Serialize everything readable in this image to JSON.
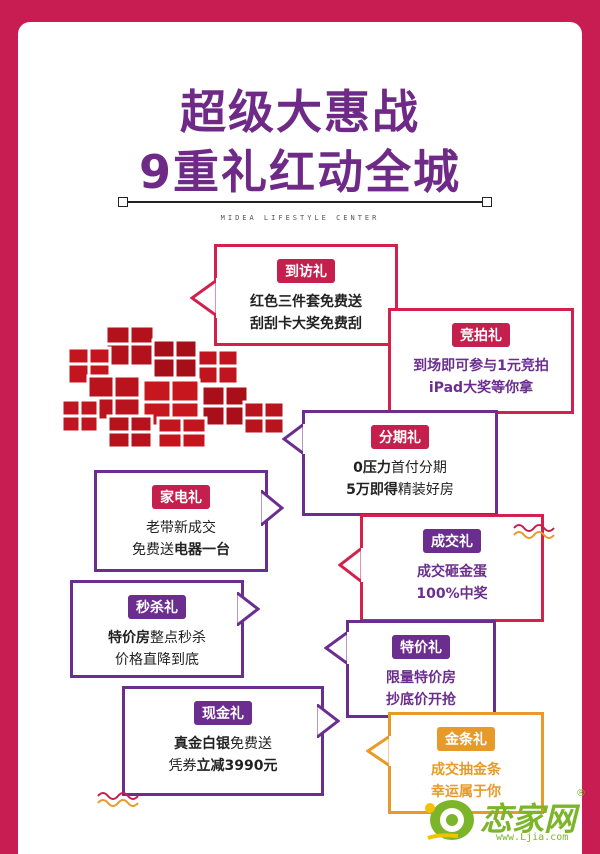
{
  "title_line1": "超级大惠战",
  "title_line2": "9重礼红动全城",
  "tagline": "MIDEA LIFESTYLE CENTER",
  "cards": {
    "visit": {
      "label": "到访礼",
      "line1": "红色三件套免费送",
      "line2": "刮刮卡大奖免费刮"
    },
    "auction": {
      "label": "竞拍礼",
      "line1": "到场即可参与1元竞拍",
      "line2": "iPad大奖等你拿"
    },
    "installment": {
      "label": "分期礼",
      "line1_bold": "0压力",
      "line1_rest": "首付分期",
      "line2_bold": "5万即得",
      "line2_rest": "精装好房"
    },
    "appliance": {
      "label": "家电礼",
      "line1": "老带新成交",
      "line2_rest": "免费送",
      "line2_bold": "电器一台"
    },
    "deal": {
      "label": "成交礼",
      "line1": "成交砸金蛋",
      "line2": "100%中奖"
    },
    "flash": {
      "label": "秒杀礼",
      "line1_bold": "特价房",
      "line1_rest": "整点秒杀",
      "line2": "价格直降到底"
    },
    "special": {
      "label": "特价礼",
      "line1": "限量特价房",
      "line2": "抄底价开抢"
    },
    "cash": {
      "label": "现金礼",
      "line1_bold": "真金白银",
      "line1_rest": "免费送",
      "line2_rest": "凭券",
      "line2_bold": "立减3990元"
    },
    "gold": {
      "label": "金条礼",
      "line1": "成交抽金条",
      "line2": "幸运属于你"
    }
  },
  "logo": {
    "text": "恋家网",
    "url": "www.Ljia.com",
    "reg": "®"
  },
  "colors": {
    "bg": "#c71d52",
    "purple": "#6b2e8f",
    "red": "#c51f4d",
    "gold": "#e79a28"
  }
}
